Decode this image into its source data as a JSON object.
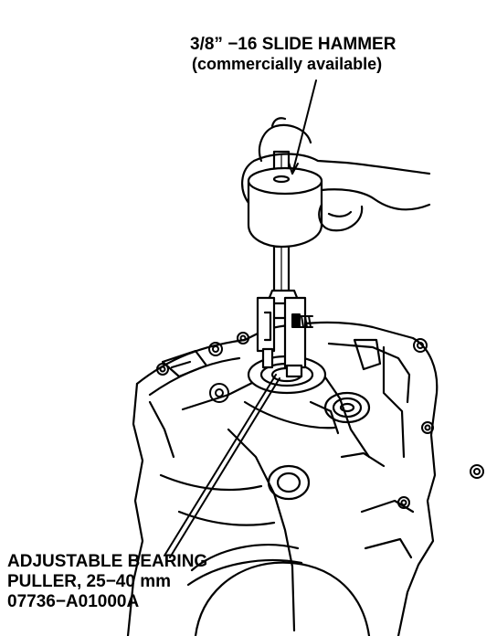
{
  "callouts": {
    "slide_hammer": {
      "line1": "3/8” −16 SLIDE HAMMER",
      "line2": "(commercially available)"
    },
    "bearing_puller": {
      "line1": "ADJUSTABLE BEARING",
      "line2": "PULLER, 25−40 mm",
      "line3": "07736−A01000A"
    }
  },
  "colors": {
    "ink": "#000000",
    "paper": "#ffffff"
  }
}
